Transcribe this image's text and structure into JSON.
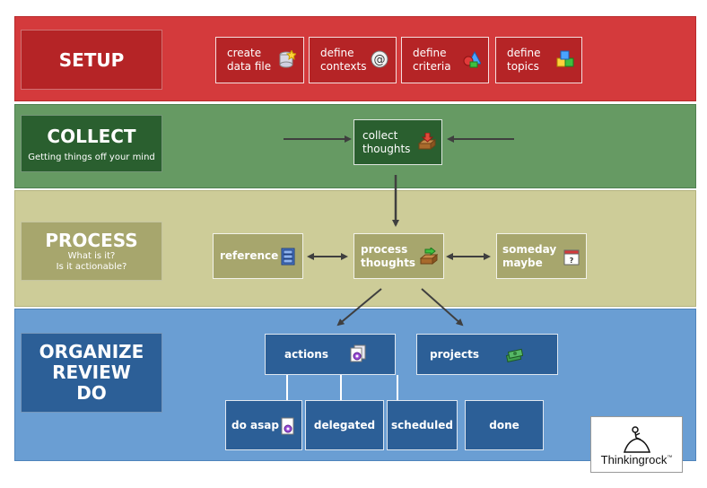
{
  "colors": {
    "setup": "#d43a3c",
    "collect": "#669a63",
    "process": "#cdcc98",
    "organize": "#6a9ed3",
    "arrow": "#3f3f3f"
  },
  "setup": {
    "title": "SETUP",
    "items": [
      {
        "label": "create\ndata file",
        "icon": "database-star-icon"
      },
      {
        "label": "define\ncontexts",
        "icon": "at-sign-icon"
      },
      {
        "label": "define\ncriteria",
        "icon": "shapes-icon"
      },
      {
        "label": "define\ntopics",
        "icon": "blocks-icon"
      }
    ]
  },
  "collect": {
    "title": "COLLECT",
    "subtitle": "Getting things off your mind",
    "node": {
      "label": "collect\nthoughts",
      "icon": "inbox-tray-icon"
    }
  },
  "process": {
    "title": "PROCESS",
    "subtitle_line1": "What is it?",
    "subtitle_line2": "Is it actionable?",
    "reference": {
      "label": "reference",
      "icon": "filing-cabinet-icon"
    },
    "node": {
      "label": "process\nthoughts",
      "icon": "tray-arrow-icon"
    },
    "someday": {
      "label": "someday\nmaybe",
      "icon": "calendar-icon"
    }
  },
  "organize": {
    "title_line1": "ORGANIZE",
    "title_line2": "REVIEW",
    "title_line3": "DO",
    "actions": {
      "label": "actions",
      "icon": "documents-gear-icon"
    },
    "projects": {
      "label": "projects",
      "icon": "money-stack-icon"
    },
    "do_asap": {
      "label": "do asap",
      "icon": "document-gear-icon"
    },
    "delegated": {
      "label": "delegated"
    },
    "scheduled": {
      "label": "scheduled"
    },
    "done": {
      "label": "done"
    }
  },
  "logo": {
    "text": "Thinkingrock",
    "mark": "™"
  }
}
